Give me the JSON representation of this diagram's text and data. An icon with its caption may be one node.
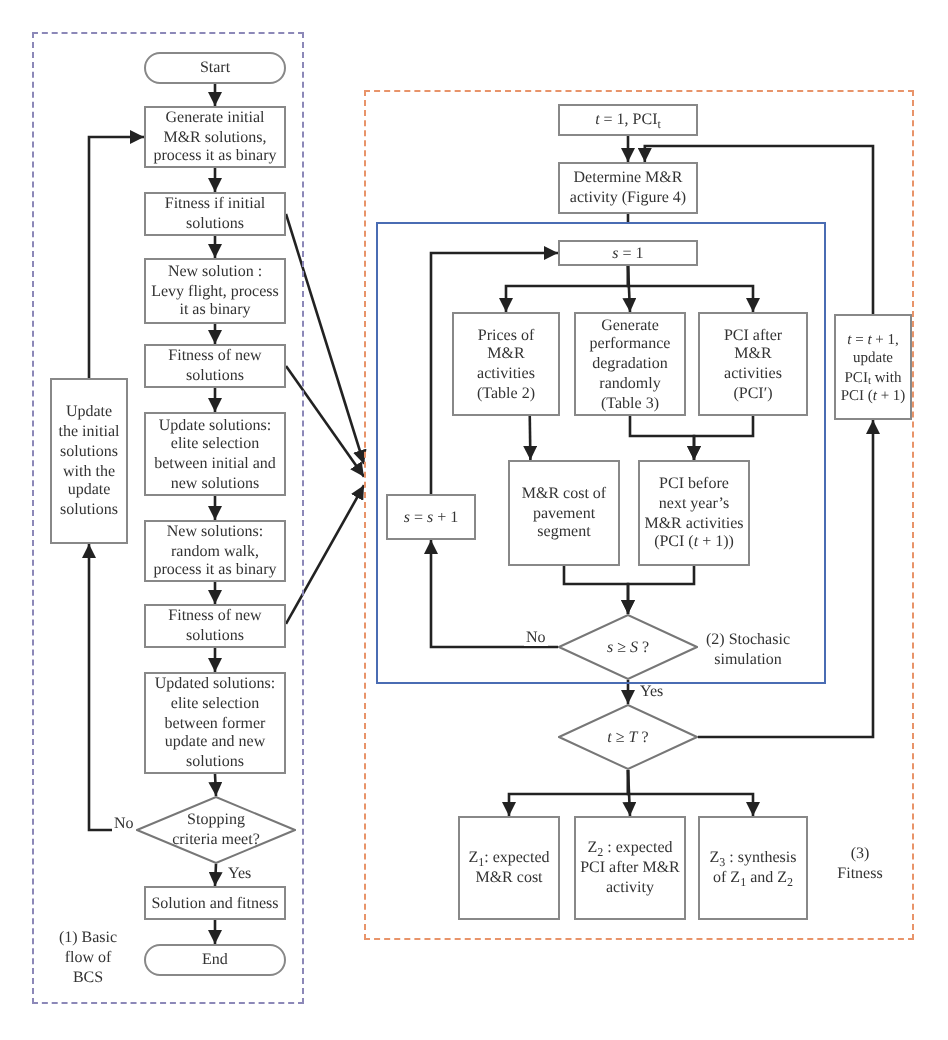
{
  "diagram": {
    "nodes": [
      {
        "text": [
          "(1) Basic flow of BCS"
        ]
      },
      {
        "text": [
          "Start"
        ],
        "in": 0
      },
      {
        "text": [
          "Generate initial M&R solutions, process it as binary"
        ],
        "in": 0
      },
      {
        "text": [
          "Fitness if initial solutions"
        ],
        "in": 0
      },
      {
        "text": [
          "New solution : Levy flight, process it as binary"
        ],
        "in": 0
      },
      {
        "text": [
          "Fitness of new solutions"
        ],
        "in": 0
      },
      {
        "text": [
          "Update solutions: elite selection between initial and new solutions"
        ],
        "in": 0
      },
      {
        "text": [
          "Update the initial solutions with the update solutions"
        ],
        "in": 0
      },
      {
        "text": [
          "New solutions: random walk, process it as binary"
        ],
        "in": 0
      },
      {
        "text": [
          "Fitness of new solutions"
        ],
        "in": 0
      },
      {
        "text": [
          "Updated solutions: elite selection between former update and new solutions"
        ],
        "in": 0
      },
      {
        "text": [
          "Stopping criteria meet?"
        ],
        "in": 0
      },
      {
        "text": [
          "Solution and fitness"
        ],
        "in": 0
      },
      {
        "text": [
          "End"
        ],
        "in": 0
      },
      {
        "text": [
          "(3) Fitness"
        ]
      },
      {
        "text": [
          "*t* = 1, PCI$_{t}$"
        ],
        "in": 14
      },
      {
        "text": [
          "Determine M&R activity (Figure 4)"
        ],
        "in": 14
      },
      {
        "text": [
          "(2) Stochasic simulation"
        ],
        "in": 14
      },
      {
        "text": [
          "*t* = *t* + 1, update PCI$_{t}$ with PCI (*t* + 1)"
        ],
        "in": 14
      },
      {
        "text": [
          "*s* = 1"
        ],
        "in": 17
      },
      {
        "text": [
          "Prices of M&R activities (Table 2)"
        ],
        "in": 17
      },
      {
        "text": [
          "Generate performance degradation randomly (Table 3)"
        ],
        "in": 17
      },
      {
        "text": [
          "PCI after M&R activities (PCI′)"
        ],
        "in": 17
      },
      {
        "text": [
          "*s* = *s* + 1"
        ],
        "in": 17
      },
      {
        "text": [
          "M&R cost of pavement segment"
        ],
        "in": 17
      },
      {
        "text": [
          "PCI before next year’s M&R activities (PCI (*t* + 1))"
        ],
        "in": 17
      },
      {
        "text": [
          "*s* ≥ *S* ?"
        ],
        "in": 17
      },
      {
        "text": [
          "*t* ≥ *T* ?"
        ],
        "in": 14
      },
      {
        "text": [
          "Z$_{1}$: expected M&R cost"
        ],
        "in": 14
      },
      {
        "text": [
          "Z$_{2}$ : expected PCI after M&R activity"
        ],
        "in": 14
      },
      {
        "text": [
          "Z$_{3}$ : synthesis of Z$_{1}$ and Z$_{2}$"
        ],
        "in": 14
      }
    ],
    "edges": [
      {
        "from": 1,
        "to": 2,
        "arrow": "to"
      },
      {
        "from": 2,
        "to": 3,
        "arrow": "to"
      },
      {
        "from": 3,
        "to": 4,
        "arrow": "to"
      },
      {
        "from": 4,
        "to": 5,
        "arrow": "to"
      },
      {
        "from": 5,
        "to": 6,
        "arrow": "to"
      },
      {
        "from": 6,
        "to": 8,
        "arrow": "to"
      },
      {
        "from": 8,
        "to": 9,
        "arrow": "to"
      },
      {
        "from": 9,
        "to": 10,
        "arrow": "to"
      },
      {
        "from": 10,
        "to": 11,
        "arrow": "to"
      },
      {
        "from": 11,
        "to": 7,
        "arrow": "to",
        "label": "No"
      },
      {
        "from": 7,
        "to": 2,
        "arrow": "to"
      },
      {
        "from": 11,
        "to": 12,
        "arrow": "to",
        "label": "Yes"
      },
      {
        "from": 12,
        "to": 13,
        "arrow": "to"
      },
      {
        "from": 3,
        "to": 14,
        "arrow": "to"
      },
      {
        "from": 5,
        "to": 14,
        "arrow": "to"
      },
      {
        "from": 9,
        "to": 14,
        "arrow": "to"
      },
      {
        "from": 15,
        "to": 16,
        "arrow": "to"
      },
      {
        "from": 16,
        "to": 17,
        "arrow": "none"
      },
      {
        "from": 19,
        "to": 20,
        "arrow": "to"
      },
      {
        "from": 19,
        "to": 21,
        "arrow": "to"
      },
      {
        "from": 19,
        "to": 22,
        "arrow": "to"
      },
      {
        "from": 20,
        "to": 24,
        "arrow": "to"
      },
      {
        "from": 21,
        "to": 25,
        "arrow": "to"
      },
      {
        "from": 22,
        "to": 25,
        "arrow": "to"
      },
      {
        "from": 24,
        "to": 26,
        "arrow": "to"
      },
      {
        "from": 25,
        "to": 26,
        "arrow": "to"
      },
      {
        "from": 26,
        "to": 23,
        "arrow": "to",
        "label": "No"
      },
      {
        "from": 23,
        "to": 19,
        "arrow": "to"
      },
      {
        "from": 26,
        "to": 27,
        "arrow": "to",
        "label": "Yes"
      },
      {
        "from": 27,
        "to": 28,
        "arrow": "to"
      },
      {
        "from": 27,
        "to": 29,
        "arrow": "to"
      },
      {
        "from": 27,
        "to": 30,
        "arrow": "to"
      },
      {
        "from": 27,
        "to": 18,
        "arrow": "to"
      },
      {
        "from": 18,
        "to": 16,
        "arrow": "to"
      }
    ]
  }
}
